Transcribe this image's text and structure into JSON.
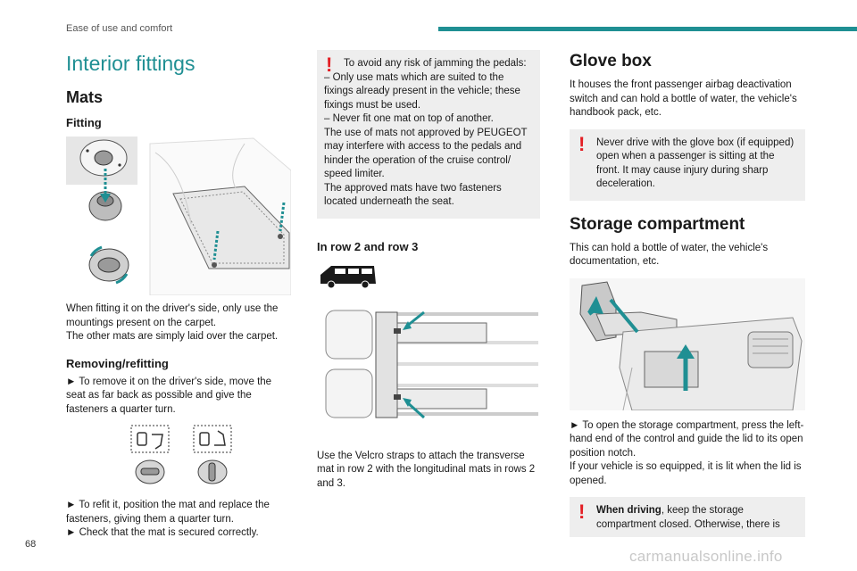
{
  "header": {
    "section": "Ease of use and comfort",
    "accent_color": "#1f8f93"
  },
  "page_number": "68",
  "watermark": "carmanualsonline.info",
  "col1": {
    "title": "Interior fittings",
    "mats_heading": "Mats",
    "fitting_heading": "Fitting",
    "fitting_text_1": "When fitting it on the driver's side, only use the mountings present on the carpet.",
    "fitting_text_2": "The other mats are simply laid over the carpet.",
    "removing_heading": "Removing/refitting",
    "removing_text": "► To remove it on the driver's side, move the seat as far back as possible and give the fasteners a quarter turn.",
    "refit_text_1": "► To refit it, position the mat and replace the fasteners, giving them a quarter turn.",
    "refit_text_2": "► Check that the mat is secured correctly."
  },
  "col2": {
    "warning_lines": [
      "To avoid any risk of jamming the pedals:",
      "– Only use mats which are suited to the fixings already present in the vehicle; these fixings must be used.",
      "– Never fit one mat on top of another.",
      "The use of mats not approved by PEUGEOT may interfere with access to the pedals and hinder the operation of the cruise control/ speed limiter.",
      "The approved mats have two fasteners located underneath the seat."
    ],
    "rows_heading": "In row 2 and row 3",
    "rows_text": "Use the Velcro straps to attach the transverse mat in row 2 with the longitudinal mats in rows 2 and 3."
  },
  "col3": {
    "glovebox_heading": "Glove box",
    "glovebox_text": "It houses the front passenger airbag deactivation switch and can hold a bottle of water, the vehicle's handbook pack, etc.",
    "glovebox_warning": "Never drive with the glove box (if equipped) open when a passenger is sitting at the front. It may cause injury during sharp deceleration.",
    "storage_heading": "Storage compartment",
    "storage_text": "This can hold a bottle of water, the vehicle's documentation, etc.",
    "open_text_1": "► To open the storage compartment, press the left-hand end of the control and guide the lid to its open position notch.",
    "open_text_2": "If your vehicle is so equipped, it is lit when the lid is opened.",
    "driving_warning_bold": "When driving",
    "driving_warning_rest": ", keep the storage compartment closed. Otherwise, there is"
  },
  "icons": {
    "warning": "!",
    "warning_color": "#e31e24",
    "arrow_color": "#1f8f93"
  }
}
